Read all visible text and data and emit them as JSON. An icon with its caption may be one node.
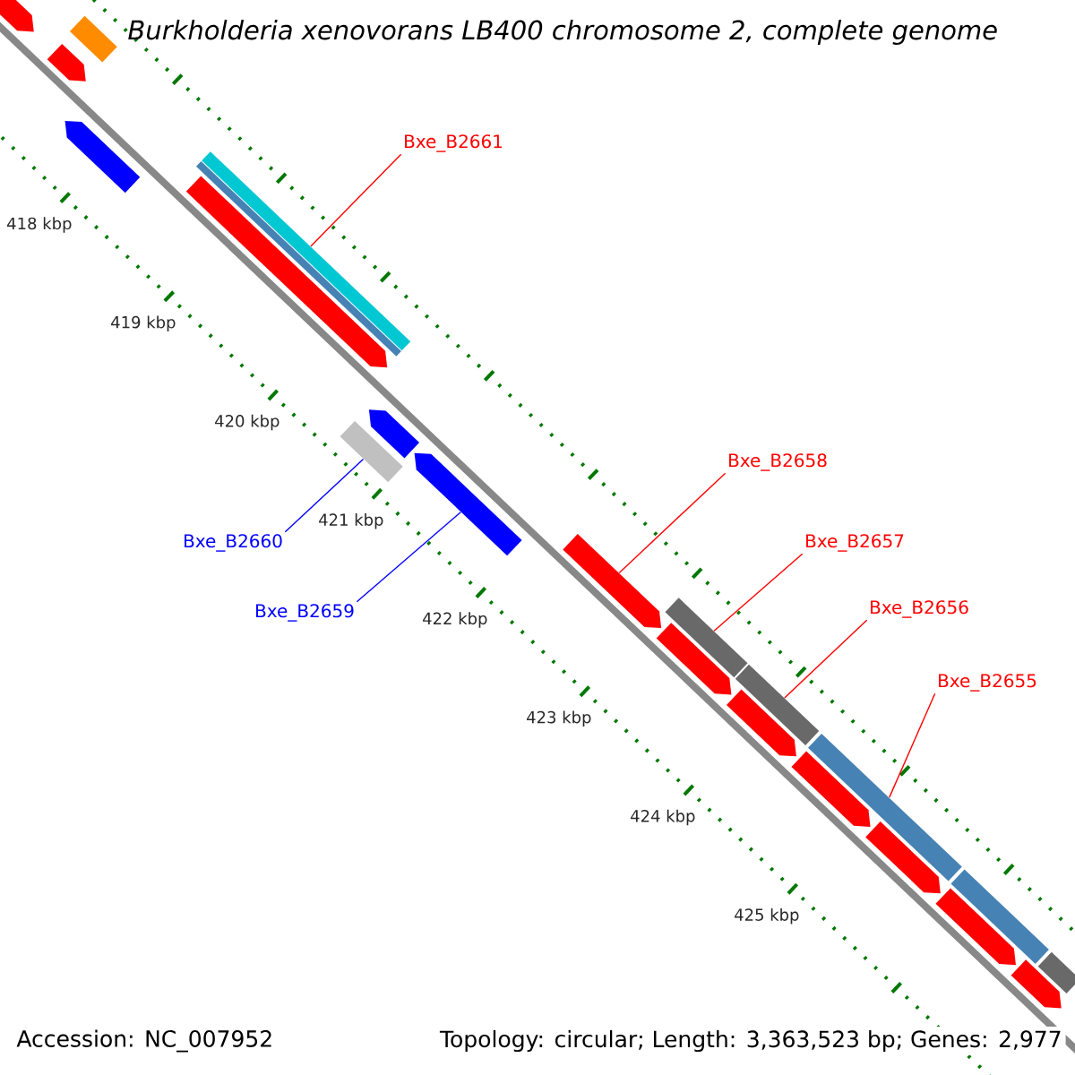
{
  "diagram": {
    "title": "Burkholderia xenovorans LB400 chromosome 2, complete genome",
    "nodes": [
      {
        "text": [],
        "shape": "arrow"
      },
      {
        "text": [],
        "shape": "arrow"
      },
      {
        "text": [],
        "shape": "bar"
      },
      {
        "text": [],
        "shape": "arrow"
      },
      {
        "text": [],
        "shape": "arrow"
      },
      {
        "text": [],
        "shape": "bar"
      },
      {
        "text": [],
        "shape": "bar"
      },
      {
        "text": [],
        "shape": "bar"
      },
      {
        "text": [],
        "shape": "arrow"
      },
      {
        "text": [],
        "shape": "arrow"
      },
      {
        "text": [],
        "shape": "arrow"
      },
      {
        "text": [],
        "shape": "arrow"
      },
      {
        "text": [],
        "shape": "bar"
      },
      {
        "text": [],
        "shape": "arrow"
      },
      {
        "text": [],
        "shape": "bar"
      },
      {
        "text": [],
        "shape": "arrow"
      },
      {
        "text": [],
        "shape": "bar"
      },
      {
        "text": [],
        "shape": "arrow"
      },
      {
        "text": [],
        "shape": "bar"
      },
      {
        "text": [],
        "shape": "arrow"
      },
      {
        "text": [],
        "shape": "bar"
      },
      {
        "text": [],
        "shape": "arrow"
      },
      {
        "text": [
          "Bxe_B2661"
        ]
      },
      {
        "text": [
          "Bxe_B2660"
        ]
      },
      {
        "text": [
          "Bxe_B2659"
        ]
      },
      {
        "text": [
          "Bxe_B2658"
        ]
      },
      {
        "text": [
          "Bxe_B2657"
        ]
      },
      {
        "text": [
          "Bxe_B2656"
        ]
      },
      {
        "text": [
          "Bxe_B2655"
        ]
      }
    ],
    "edges": [
      {
        "from": 22,
        "to": 6,
        "arrow": "none"
      },
      {
        "from": 23,
        "to": 7,
        "arrow": "none",
        "color": "#0000ff"
      },
      {
        "from": 24,
        "to": 9,
        "arrow": "none",
        "color": "#0000ff"
      },
      {
        "from": 25,
        "to": 10,
        "arrow": "none"
      },
      {
        "from": 26,
        "to": 12,
        "arrow": "none"
      },
      {
        "from": 27,
        "to": 14,
        "arrow": "none"
      },
      {
        "from": 28,
        "to": 16,
        "arrow": "none"
      }
    ],
    "labels": [
      "418 kbp",
      "419 kbp",
      "420 kbp",
      "421 kbp",
      "422 kbp",
      "423 kbp",
      "424 kbp",
      "425 kbp",
      "Accession: NC_007952",
      "Topology: circular; Length: 3,363,523 bp; Genes: 2,977"
    ]
  }
}
